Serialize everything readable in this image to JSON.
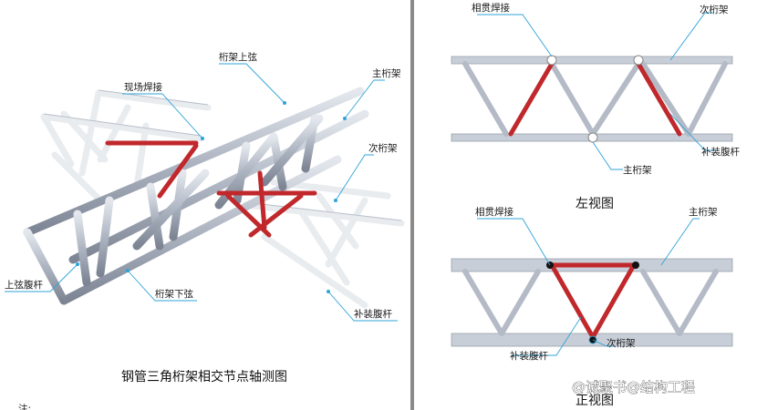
{
  "left": {
    "labels": {
      "truss_top_chord": "桁架上弦",
      "site_welding": "现场焊接",
      "main_truss": "主桁架",
      "secondary_truss": "次桁架",
      "upper_chord_web": "上弦腹杆",
      "truss_bottom_chord": "桁架下弦",
      "supplementary_web": "补装腹杆"
    },
    "caption": "钢管三角桁架相交节点轴测图",
    "corner_text": "注:"
  },
  "right_top": {
    "labels": {
      "intersecting_weld": "相贯焊接",
      "secondary_truss": "次桁架",
      "supplementary_web": "补装腹杆",
      "main_truss": "主桁架"
    },
    "caption": "左视图"
  },
  "right_bottom": {
    "labels": {
      "intersecting_weld": "相贯焊接",
      "main_truss": "主桁架",
      "supplementary_web": "补装腹杆",
      "secondary_truss": "次桁架"
    },
    "caption": "正视图"
  },
  "watermark": "@诚聚书@结构工程",
  "colors": {
    "member": "#c3c9d3",
    "highlight": "#c0282c",
    "leader": "#2fa3d8",
    "divider": "#8a8a8a"
  }
}
